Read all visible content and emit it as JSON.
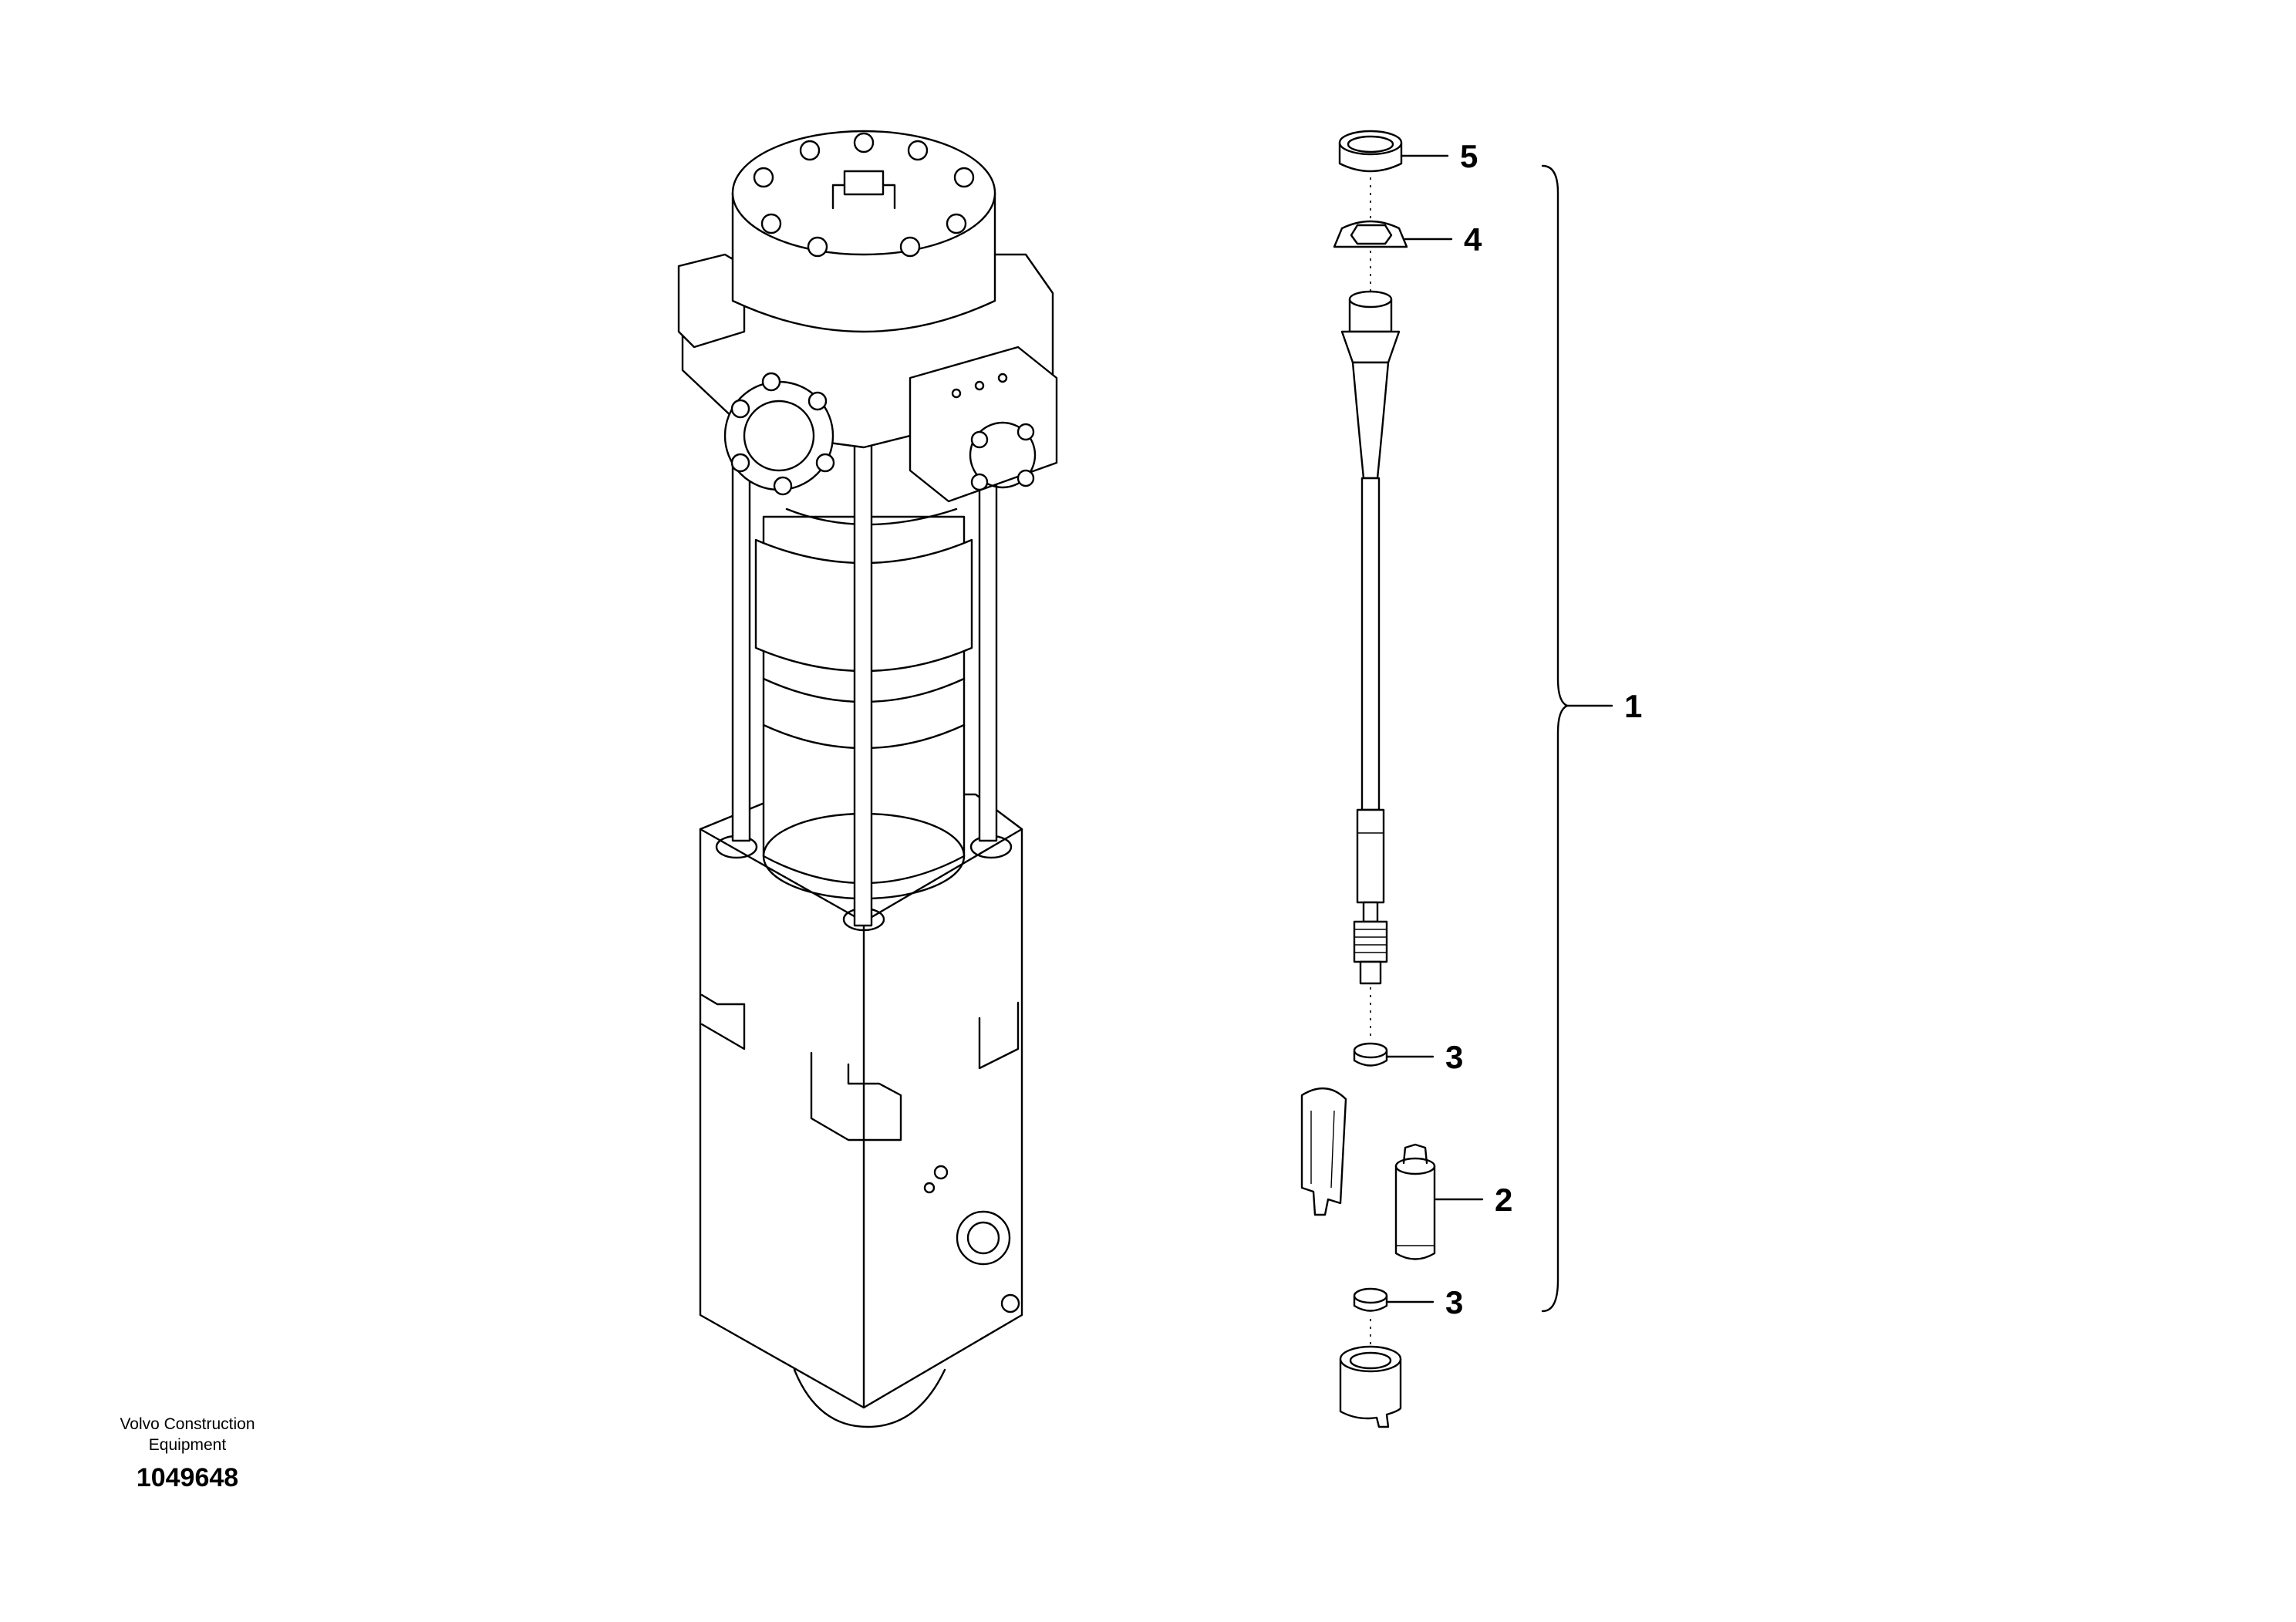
{
  "caption": {
    "maker_line1": "Volvo Construction",
    "maker_line2": "Equipment",
    "figure_number": "1049648"
  },
  "callouts": [
    {
      "id": "5",
      "label": "5"
    },
    {
      "id": "4",
      "label": "4"
    },
    {
      "id": "1",
      "label": "1"
    },
    {
      "id": "3a",
      "label": "3"
    },
    {
      "id": "2",
      "label": "2"
    },
    {
      "id": "3b",
      "label": "3"
    }
  ]
}
